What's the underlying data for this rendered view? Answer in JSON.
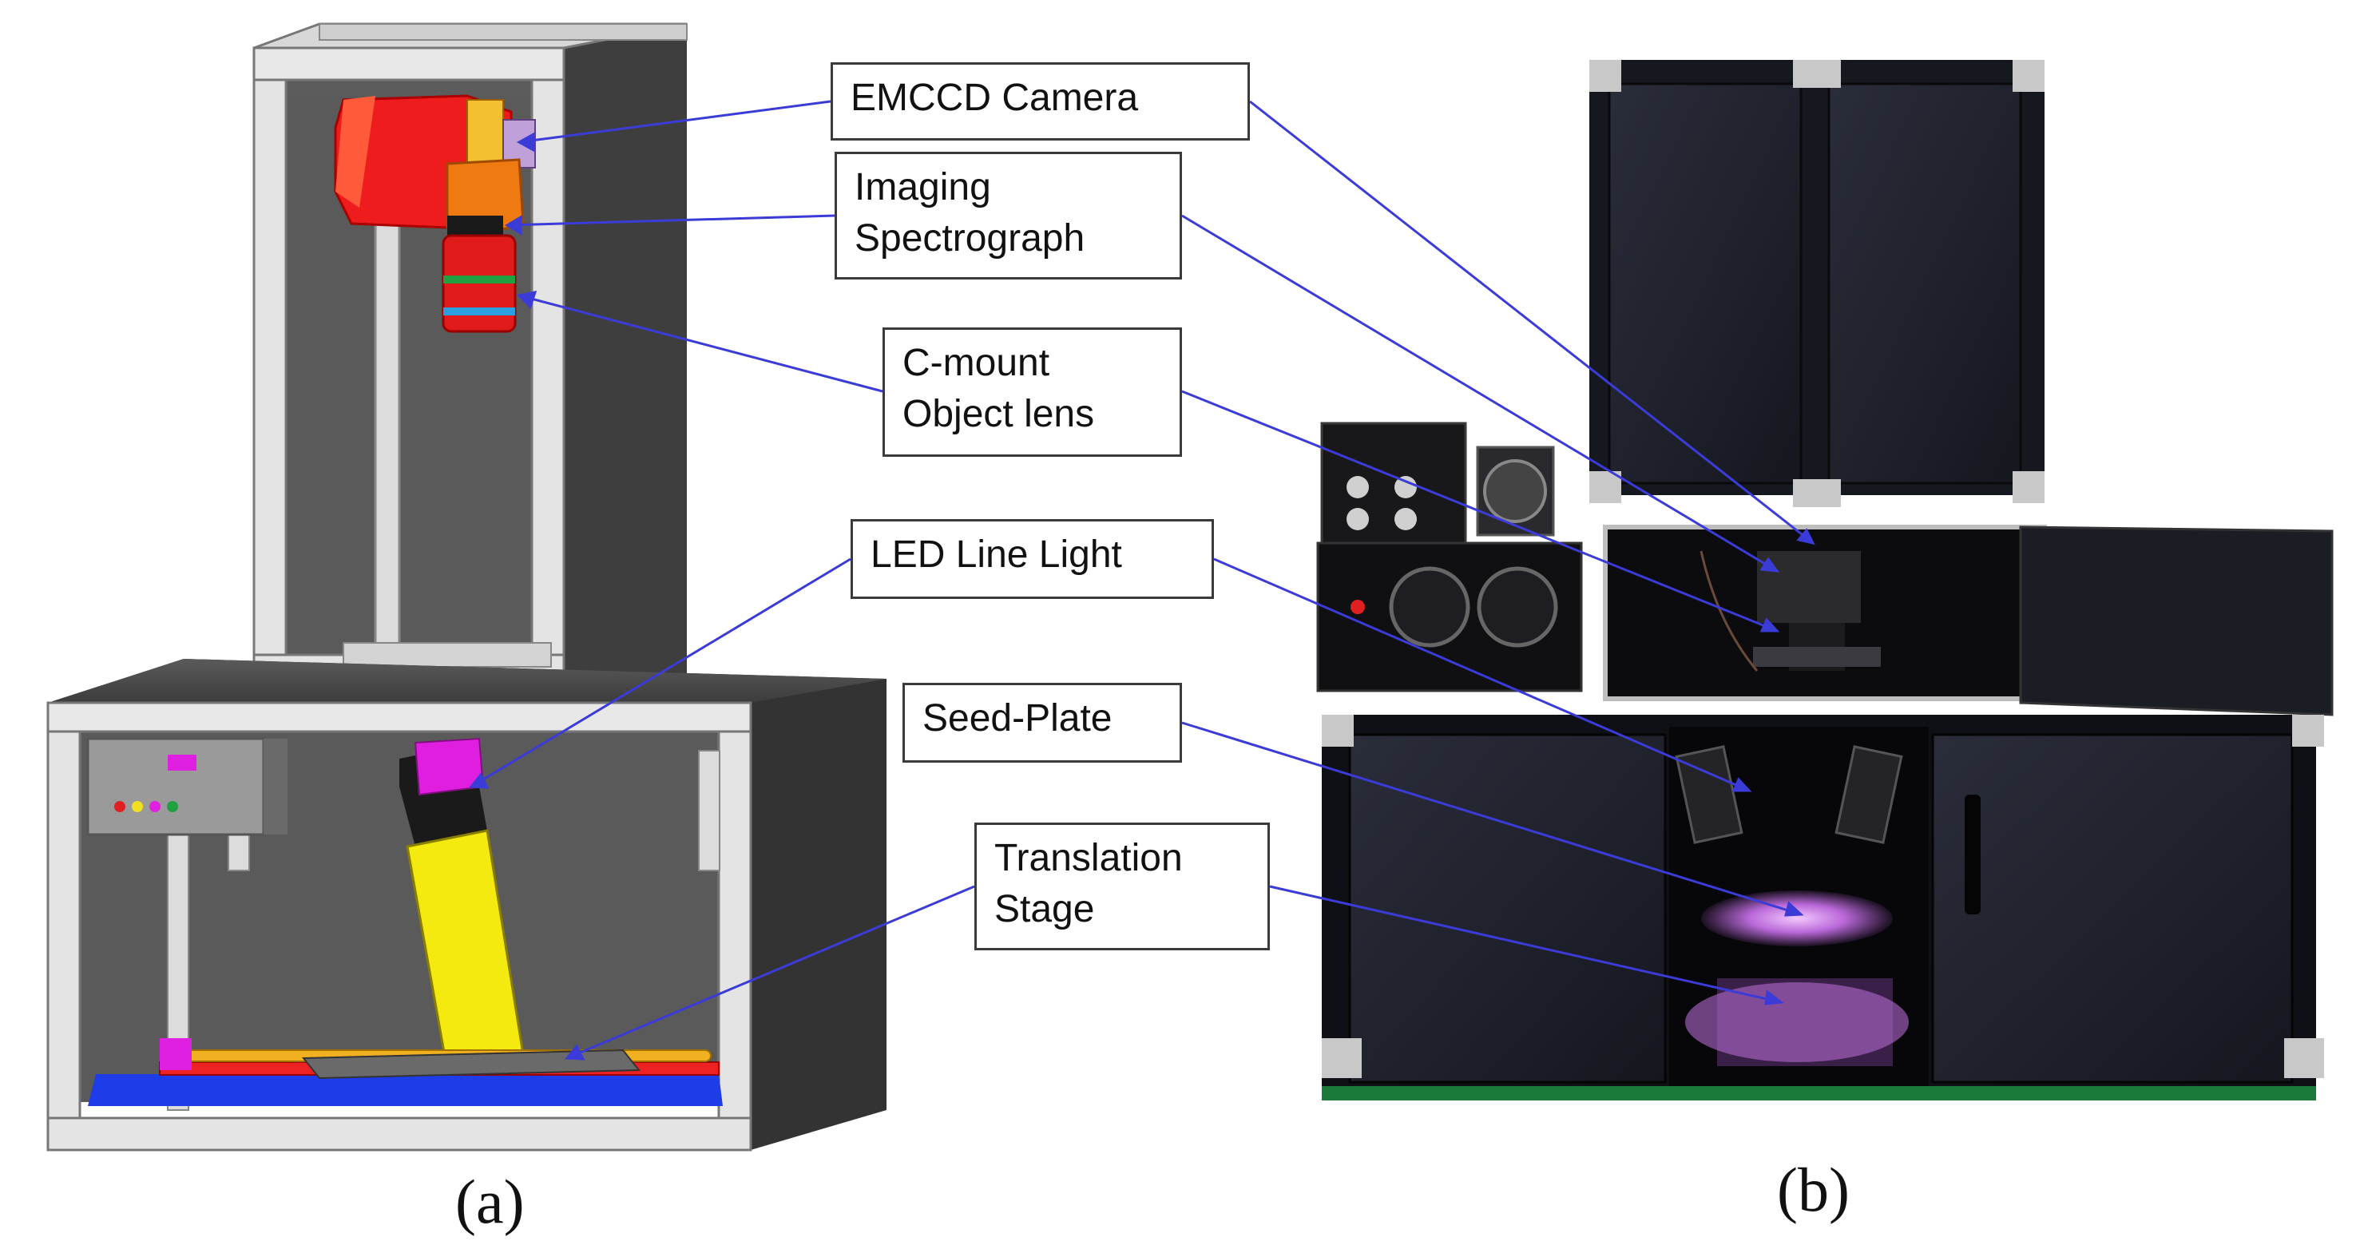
{
  "callouts": {
    "emccd": "EMCCD Camera",
    "spectro_line1": "Imaging",
    "spectro_line2": "Spectrograph",
    "lens_line1": "C-mount",
    "lens_line2": "Object lens",
    "led": "LED Line Light",
    "seed": "Seed-Plate",
    "stage_line1": "Translation",
    "stage_line2": "Stage"
  },
  "panels": {
    "a": "(a)",
    "b": "(b)"
  },
  "colors": {
    "leader_line": "#3b3bd8",
    "camera": "#ee1c1c",
    "spectrograph": "#f07a12",
    "light": "#f5ea10",
    "light_head": "#e01ee0",
    "stage_base": "#1e3ce8",
    "cabinet": "#4a4a4a",
    "frame": "#e4e4e4"
  }
}
